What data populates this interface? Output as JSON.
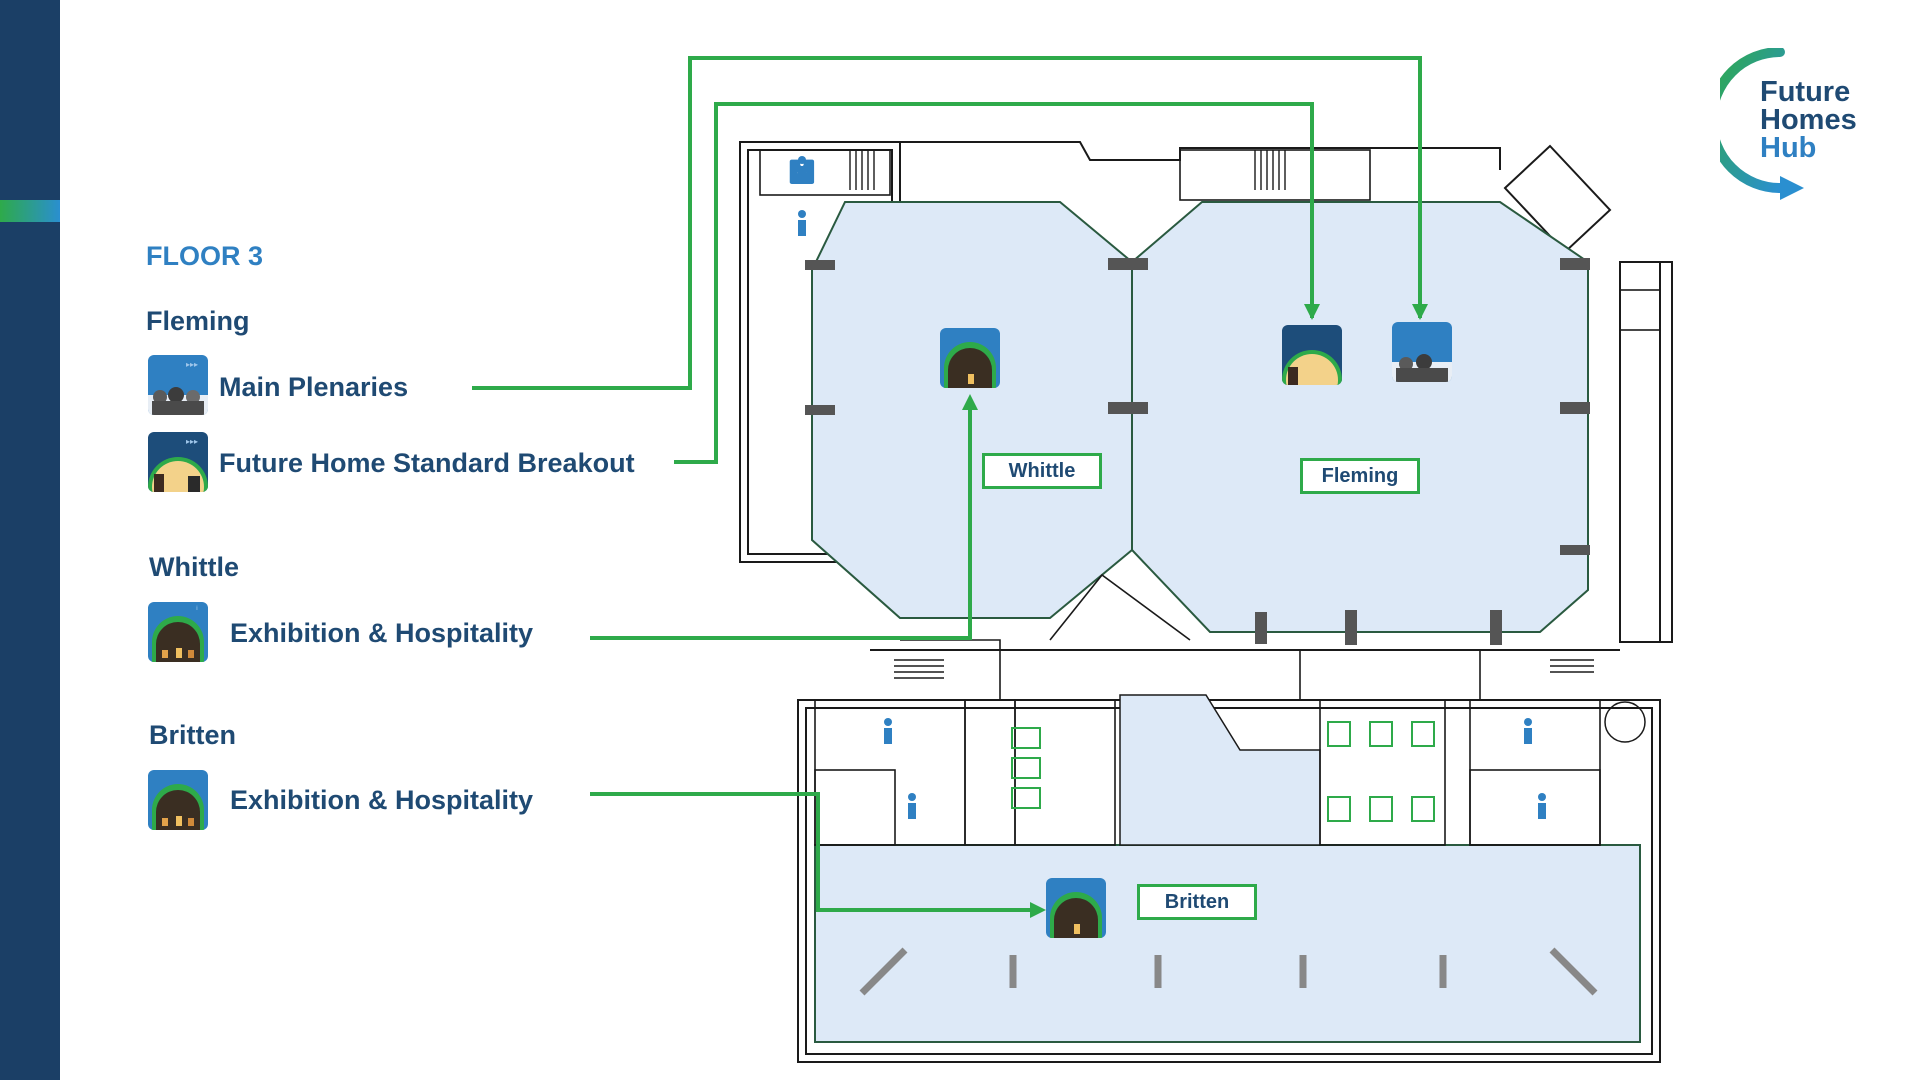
{
  "floor": "FLOOR 3",
  "legend": {
    "fleming": {
      "title": "Fleming",
      "items": [
        "Main Plenaries",
        "Future Home Standard Breakout"
      ]
    },
    "whittle": {
      "title": "Whittle",
      "items": [
        "Exhibition & Hospitality"
      ]
    },
    "britten": {
      "title": "Britten",
      "items": [
        "Exhibition & Hospitality"
      ]
    }
  },
  "map": {
    "rooms": [
      "Whittle",
      "Fleming",
      "Britten"
    ]
  },
  "logo": {
    "line1": "Future",
    "line2": "Homes",
    "line3": "Hub"
  },
  "colors": {
    "sidebar": "#1b3f66",
    "accent_green": "#2eaa4a",
    "accent_blue": "#2a8fd0",
    "room_fill": "#dde9f7",
    "text_dark": "#1f4a73",
    "floor_label": "#2f80c2"
  },
  "icons": {
    "plenary": "audience-icon",
    "breakout": "speaker-stage-icon",
    "exhibition": "exhibition-hall-icon"
  }
}
